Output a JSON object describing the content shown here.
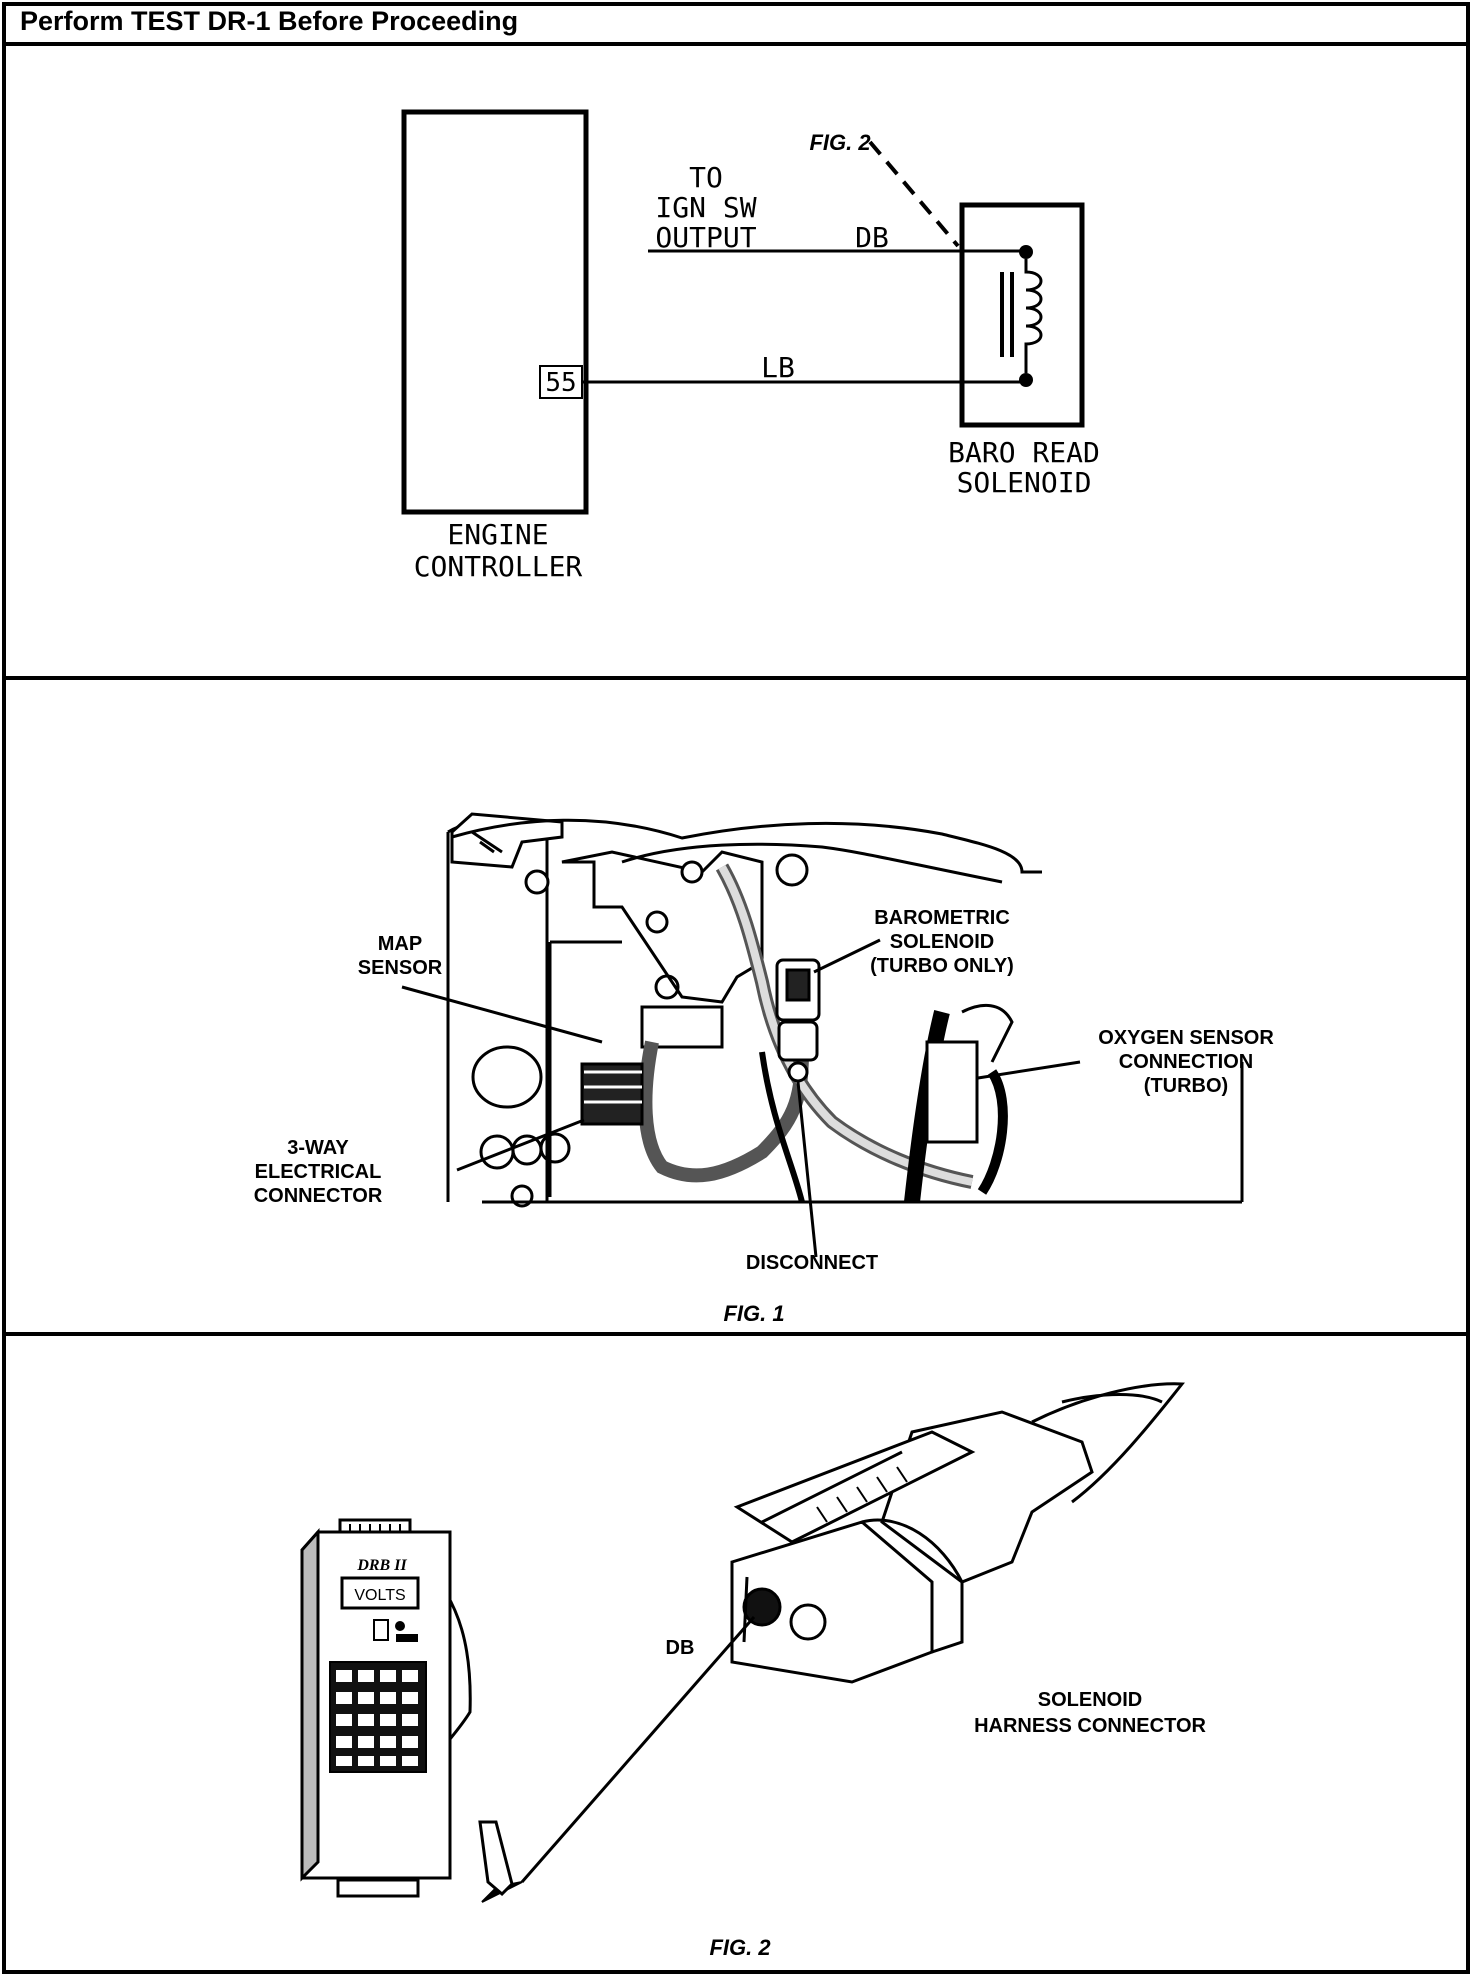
{
  "header": {
    "title": "Perform TEST DR-1 Before Proceeding"
  },
  "schematic": {
    "fig_ref": "FIG. 2",
    "to_label": "TO",
    "ign_label": "IGN SW",
    "output_label": "OUTPUT",
    "wire_db": "DB",
    "wire_lb": "LB",
    "pin": "55",
    "controller_line1": "ENGINE",
    "controller_line2": "CONTROLLER",
    "solenoid_line1": "BARO READ",
    "solenoid_line2": "SOLENOID"
  },
  "fig1": {
    "map_sensor_line1": "MAP",
    "map_sensor_line2": "SENSOR",
    "baro_line1": "BAROMETRIC",
    "baro_line2": "SOLENOID",
    "baro_line3": "(TURBO ONLY)",
    "oxygen_line1": "OXYGEN SENSOR",
    "oxygen_line2": "CONNECTION",
    "oxygen_line3": "(TURBO)",
    "connector_line1": "3-WAY",
    "connector_line2": "ELECTRICAL",
    "connector_line3": "CONNECTOR",
    "disconnect": "DISCONNECT",
    "caption": "FIG. 1"
  },
  "fig2": {
    "db_label": "DB",
    "harness_line1": "SOLENOID",
    "harness_line2": "HARNESS CONNECTOR",
    "tool_brand": "DRB II",
    "tool_display": "VOLTS",
    "caption": "FIG. 2"
  }
}
